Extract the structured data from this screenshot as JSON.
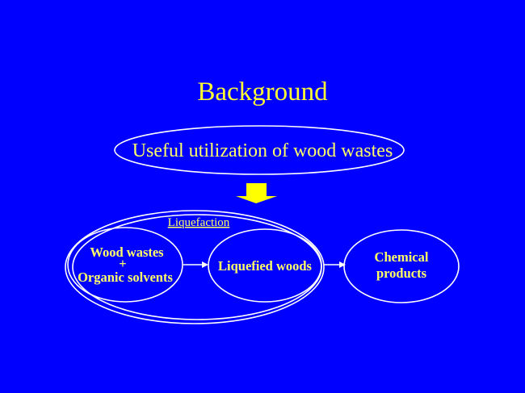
{
  "slide": {
    "title": "Background",
    "subject": "Useful utilization of wood wastes",
    "group_label": "Liquefaction",
    "nodes": {
      "wood_wastes": "Wood wastes",
      "plus": "+",
      "organic_solvents": "Organic solvents",
      "liquefied_woods": "Liquefied woods",
      "chemical": "Chemical",
      "products": "products"
    }
  },
  "colors": {
    "background": "#0000ff",
    "text": "#ffff66",
    "outline": "#ffffff",
    "big_arrow": "#ffff00"
  }
}
